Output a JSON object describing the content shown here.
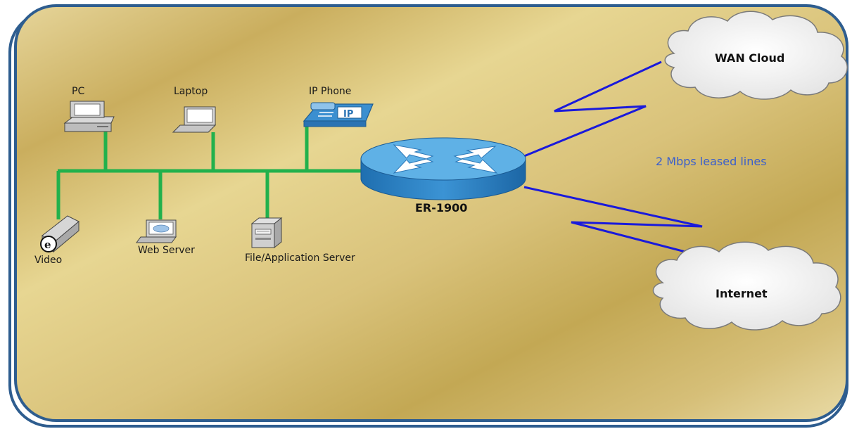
{
  "colors": {
    "frame_border": "#2e5d8f",
    "background_light": "#e9d99a",
    "background_dark": "#bfa54e",
    "lan_line": "#22b14c",
    "wan_link": "#1a1adb",
    "router_body": "#2f86c9",
    "router_top": "#5fb1e6",
    "annotation_text": "#3a5fcd"
  },
  "devices": {
    "pc": {
      "label": "PC",
      "icon": "desktop-pc-icon"
    },
    "laptop": {
      "label": "Laptop",
      "icon": "laptop-icon"
    },
    "ip_phone": {
      "label": "IP Phone",
      "icon": "ip-phone-icon"
    },
    "video": {
      "label": "Video",
      "icon": "video-camera-icon"
    },
    "web_server": {
      "label": "Web Server",
      "icon": "web-server-icon"
    },
    "file_server": {
      "label": "File/Application Server",
      "icon": "file-server-icon"
    }
  },
  "router": {
    "label": "ER-1900",
    "icon": "router-icon"
  },
  "clouds": {
    "wan": {
      "label": "WAN Cloud"
    },
    "internet": {
      "label": "Internet"
    }
  },
  "annotation": {
    "leased_lines": "2 Mbps leased lines"
  }
}
